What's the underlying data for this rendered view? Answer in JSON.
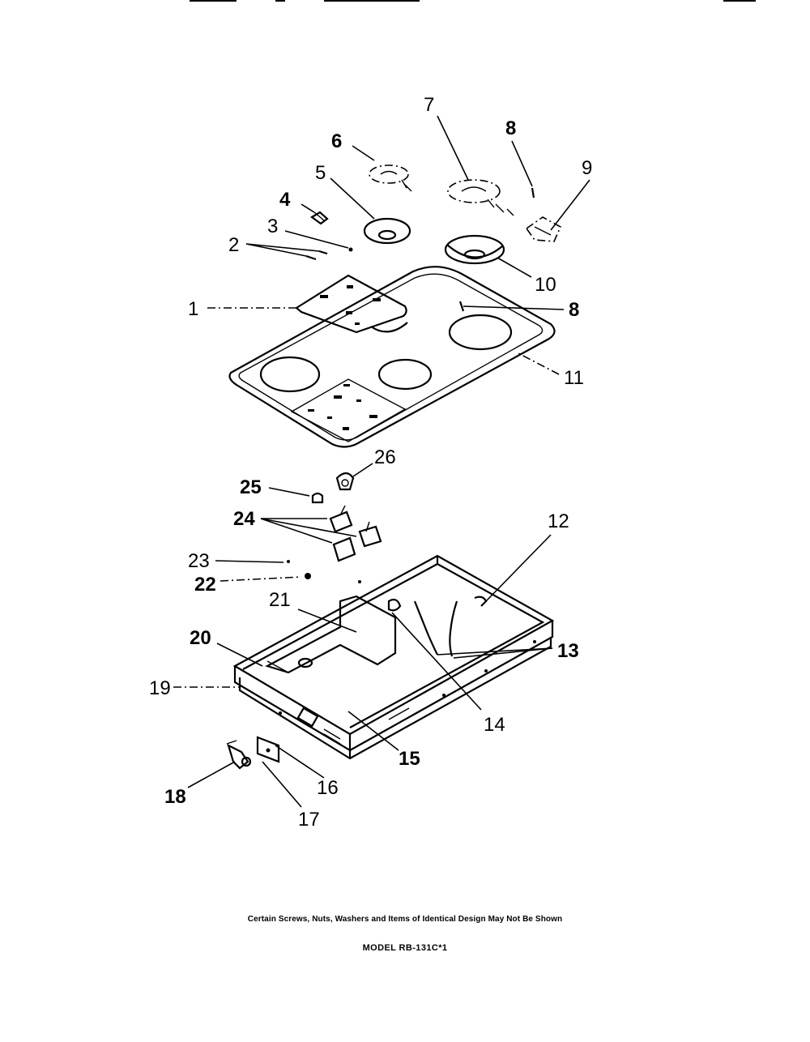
{
  "diagram": {
    "type": "exploded-parts-diagram",
    "callouts": [
      "1",
      "2",
      "3",
      "4",
      "5",
      "6",
      "7",
      "8",
      "8",
      "9",
      "10",
      "11",
      "12",
      "13",
      "14",
      "15",
      "16",
      "17",
      "18",
      "19",
      "20",
      "21",
      "22",
      "23",
      "24",
      "25",
      "26"
    ],
    "footnote": "Certain Screws, Nuts, Washers and Items of Identical Design May Not Be Shown",
    "model": "MODEL RB-131C*1"
  },
  "colors": {
    "ink": "#000000",
    "paper": "#ffffff"
  }
}
